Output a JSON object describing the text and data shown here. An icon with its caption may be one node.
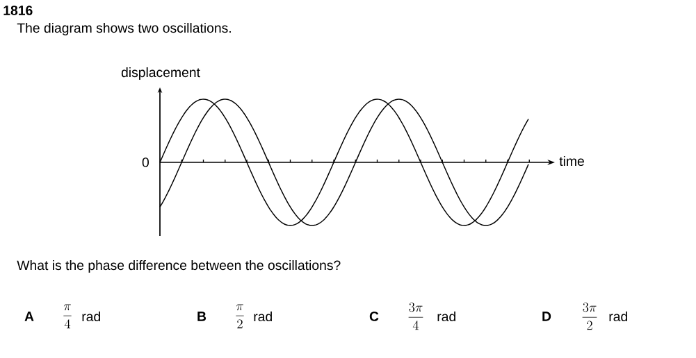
{
  "diagram": {
    "labels": [
      "1816",
      "The diagram shows two oscillations.",
      "displacement",
      "0",
      "time",
      "What is the phase difference between the oscillations?",
      "A",
      "\\frac{\\pi}{4}",
      "rad",
      "B",
      "\\frac{\\pi}{2}",
      "rad",
      "C",
      "\\frac{3\\pi}{4}",
      "rad",
      "D",
      "\\frac{3\\pi}{2}",
      "rad"
    ]
  }
}
